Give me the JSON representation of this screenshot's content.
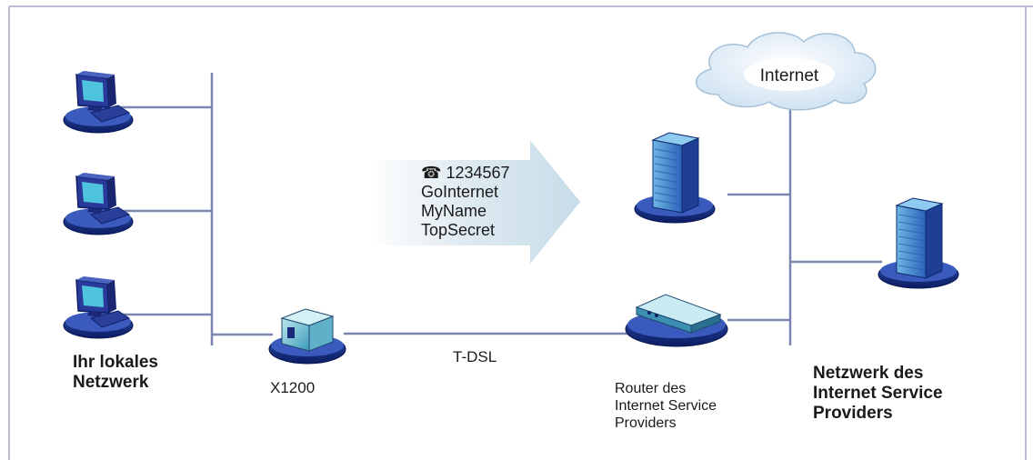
{
  "labels": {
    "local_network_line1": "Ihr lokales",
    "local_network_line2": "Netzwerk",
    "device_name": "X1200",
    "connection": "T-DSL",
    "router_line1": "Router des",
    "router_line2": "Internet Service",
    "router_line3": "Providers",
    "isp_network_line1": "Netzwerk des",
    "isp_network_line2": "Internet Service",
    "isp_network_line3": "Providers",
    "cloud": "Internet"
  },
  "arrow_text": {
    "phone_icon": "☎",
    "phone_number": "1234567",
    "line2": "GoInternet",
    "line3": "MyName",
    "line4": "TopSecret"
  },
  "icons": [
    "workstation-icon",
    "workstation-icon",
    "workstation-icon",
    "modem-icon",
    "router-icon",
    "server-icon",
    "server-icon",
    "cloud-icon",
    "phone-icon"
  ],
  "colors": {
    "line": "#7a86b0",
    "frame": "#a3a8c8",
    "device_blue": "#1f3f9e",
    "screen_cyan": "#47b8d8",
    "arrow": "#cde1ec",
    "cloud": "#d9e9f5"
  }
}
